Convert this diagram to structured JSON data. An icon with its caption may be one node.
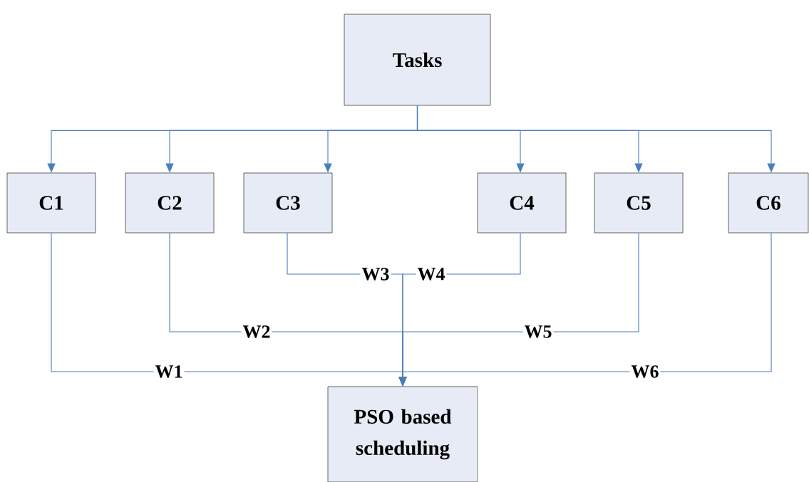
{
  "diagram": {
    "nodes": [
      {
        "text": [
          "Tasks"
        ]
      },
      {
        "text": [
          "C1"
        ]
      },
      {
        "text": [
          "C2"
        ]
      },
      {
        "text": [
          "C3"
        ]
      },
      {
        "text": [
          "C4"
        ]
      },
      {
        "text": [
          "C5"
        ]
      },
      {
        "text": [
          "C6"
        ]
      },
      {
        "text": [
          "PSO based scheduling"
        ]
      }
    ],
    "edges": [
      {
        "from": 0,
        "to": 1,
        "arrow": "to"
      },
      {
        "from": 0,
        "to": 2,
        "arrow": "to"
      },
      {
        "from": 0,
        "to": 3,
        "arrow": "to"
      },
      {
        "from": 0,
        "to": 4,
        "arrow": "to"
      },
      {
        "from": 0,
        "to": 5,
        "arrow": "to"
      },
      {
        "from": 0,
        "to": 6,
        "arrow": "to"
      },
      {
        "from": 1,
        "to": 7,
        "arrow": "to",
        "label": "W1"
      },
      {
        "from": 2,
        "to": 7,
        "arrow": "to",
        "label": "W2"
      },
      {
        "from": 3,
        "to": 7,
        "arrow": "to",
        "label": "W3"
      },
      {
        "from": 4,
        "to": 7,
        "arrow": "to",
        "label": "W4"
      },
      {
        "from": 5,
        "to": 7,
        "arrow": "to",
        "label": "W5"
      },
      {
        "from": 6,
        "to": 7,
        "arrow": "to",
        "label": "W6"
      }
    ]
  }
}
